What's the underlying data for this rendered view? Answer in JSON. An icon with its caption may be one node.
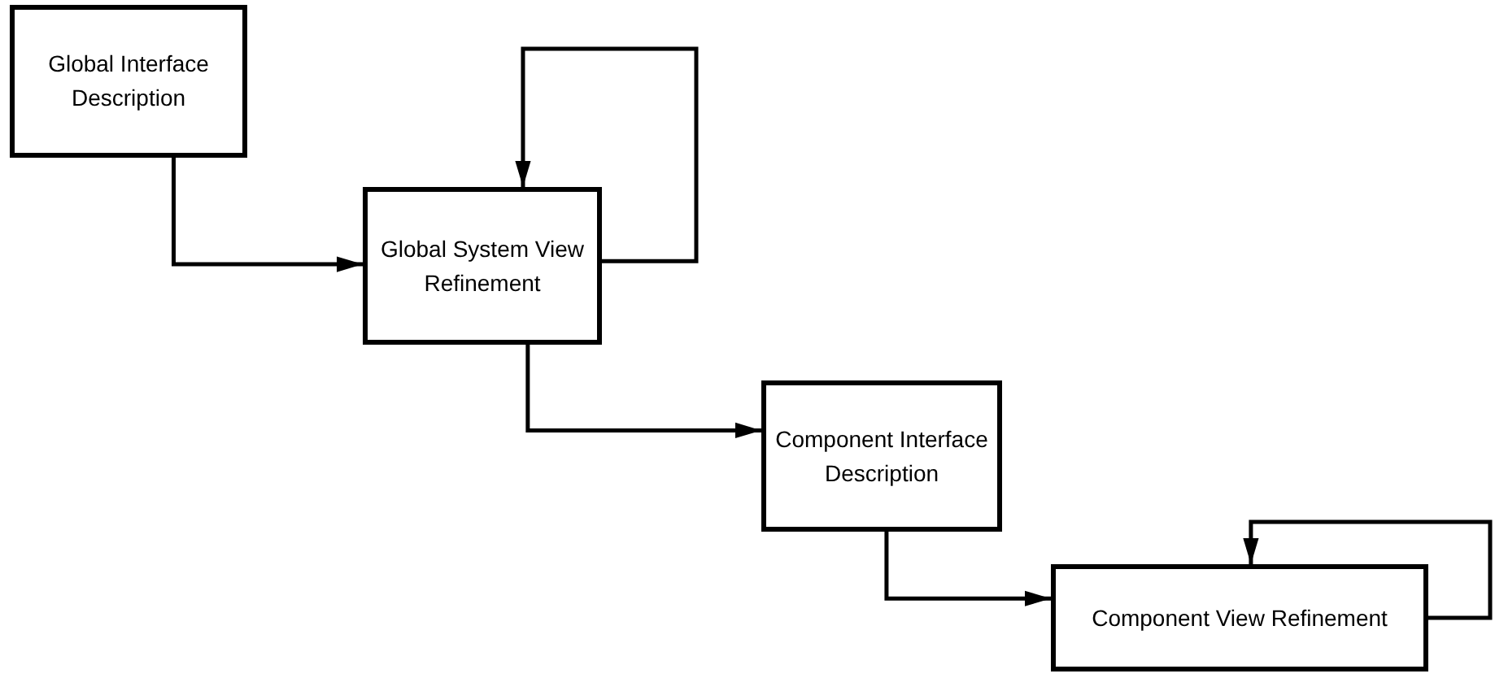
{
  "diagram": {
    "nodes": [
      {
        "text": [
          "Global Interface Description"
        ]
      },
      {
        "text": [
          "Global System View Refinement"
        ]
      },
      {
        "text": [
          "Component Interface Description"
        ]
      },
      {
        "text": [
          "Component View Refinement"
        ]
      }
    ],
    "edges": [
      {
        "from": 0,
        "to": 1,
        "arrow": "to"
      },
      {
        "from": 1,
        "to": 1,
        "arrow": "to"
      },
      {
        "from": 1,
        "to": 2,
        "arrow": "to"
      },
      {
        "from": 2,
        "to": 3,
        "arrow": "to"
      },
      {
        "from": 3,
        "to": 3,
        "arrow": "to"
      }
    ]
  }
}
